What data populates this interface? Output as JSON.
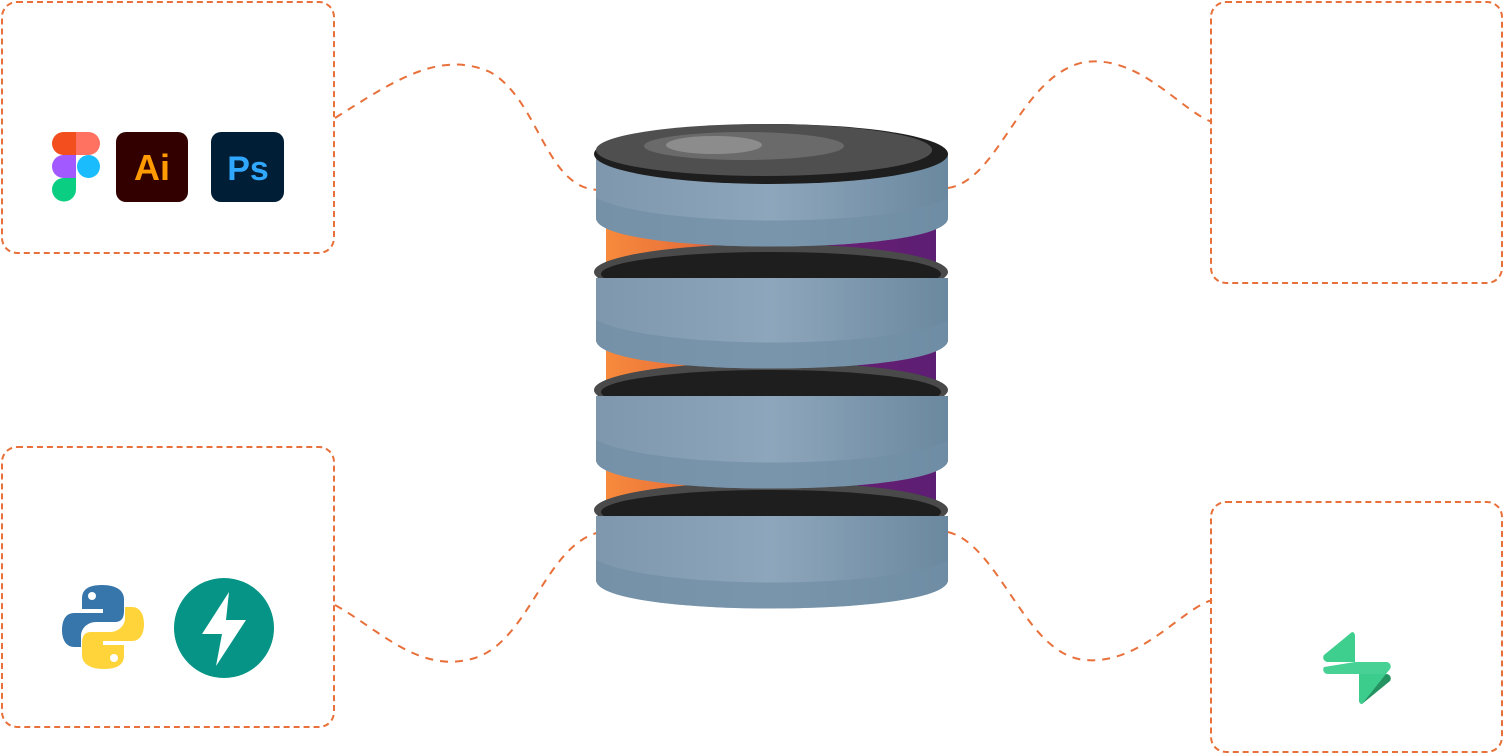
{
  "diagram": {
    "center_icon": "database-stack-icon",
    "accent_color": "#E8703A",
    "groups": [
      {
        "id": "design-tools",
        "position": "top-left",
        "icons": [
          "figma-icon",
          "adobe-illustrator-icon",
          "adobe-photoshop-icon"
        ],
        "icon_text": [
          "Ai",
          "Ps"
        ]
      },
      {
        "id": "empty-top-right",
        "position": "top-right",
        "icons": []
      },
      {
        "id": "backend-tools",
        "position": "bottom-left",
        "icons": [
          "python-icon",
          "fastapi-icon"
        ]
      },
      {
        "id": "supabase-group",
        "position": "bottom-right",
        "icons": [
          "supabase-icon"
        ]
      }
    ],
    "colors": {
      "connector": "#E8703A",
      "database_body": "#8BA3B8",
      "database_side": "#6E8CA3",
      "database_top": "#3A3A3A",
      "band_start": "#F78A3C",
      "band_end": "#5C1E73",
      "illustrator_bg": "#330000",
      "illustrator_fg": "#FF9A00",
      "photoshop_bg": "#001E36",
      "photoshop_fg": "#31A8FF",
      "fastapi_bg": "#059486",
      "supabase_green": "#3ECF8E"
    }
  }
}
